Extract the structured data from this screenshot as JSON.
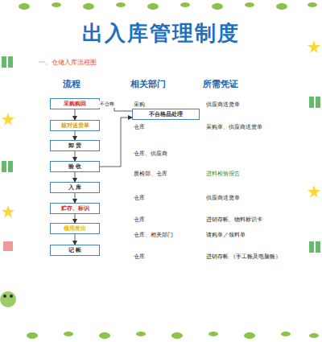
{
  "diagram": {
    "title": "出入库管理制度",
    "nodes": [
      {
        "text": [
          "采购购回"
        ]
      },
      {
        "text": [
          "核对送货单"
        ]
      },
      {
        "text": [
          "卸 货"
        ]
      },
      {
        "text": [
          "验 收"
        ]
      },
      {
        "text": [
          "入 库"
        ]
      },
      {
        "text": [
          "贮存、标识"
        ]
      },
      {
        "text": [
          "领用发出"
        ]
      },
      {
        "text": [
          "记 帐"
        ]
      },
      {
        "text": [
          "不合格品处理"
        ]
      }
    ],
    "edges": [
      {
        "from": 0,
        "to": 1,
        "arrow": "to"
      },
      {
        "from": 1,
        "to": 2,
        "arrow": "to"
      },
      {
        "from": 2,
        "to": 3,
        "arrow": "to"
      },
      {
        "from": 3,
        "to": 4,
        "arrow": "to"
      },
      {
        "from": 4,
        "to": 5,
        "arrow": "to"
      },
      {
        "from": 5,
        "to": 6,
        "arrow": "to"
      },
      {
        "from": 6,
        "to": 7,
        "arrow": "to"
      },
      {
        "from": 3,
        "to": 8,
        "arrow": "to"
      },
      {
        "from": 8,
        "to": 0,
        "label": "不合格",
        "arrow": "to"
      }
    ],
    "labels": [
      "一、仓储入库流程图",
      "流程",
      "相关部门",
      "所需凭证",
      "采购",
      "供应商送货单",
      "仓库",
      "采购单、供应商送货单",
      "仓库、供应商",
      "质检部、仓库",
      "进料检验报告",
      "仓库",
      "供应商送货单",
      "仓库",
      "进销存帐、物料标识卡",
      "仓库、相关部门",
      "请购单／领料单",
      "仓库",
      "进销存帐 （手工账及电脑账）"
    ]
  }
}
